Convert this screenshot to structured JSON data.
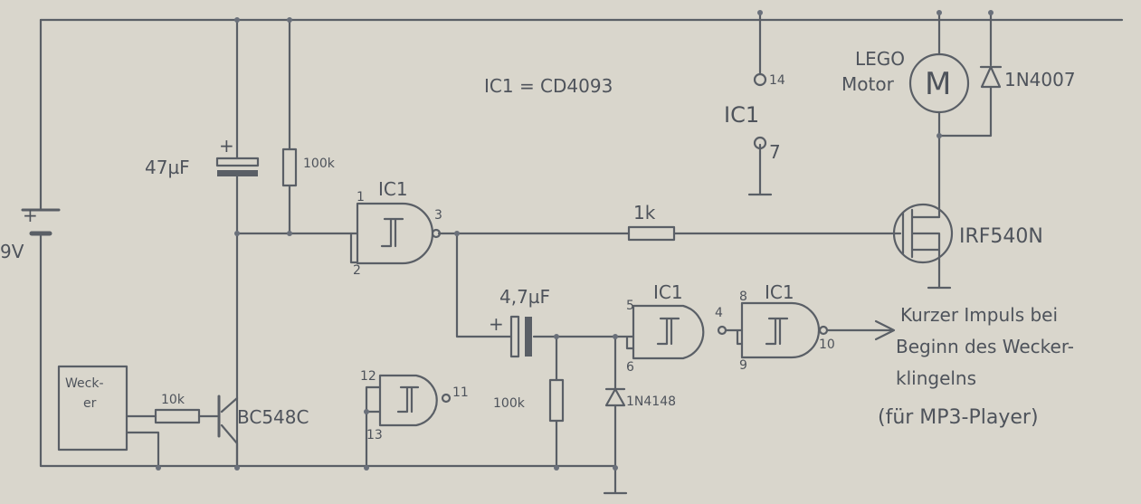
{
  "title": "IC1 = CD4093",
  "ic_power": {
    "pin_vdd": "14",
    "label": "IC1",
    "pin_vss": "7"
  },
  "motor": {
    "label_line1": "LEGO",
    "label_line2": "Motor",
    "symbol": "M",
    "diode": "1N4007"
  },
  "mosfet": {
    "label": "IRF540N"
  },
  "battery": {
    "label": "9V",
    "plus": "+"
  },
  "cap_main": {
    "label": "47µF",
    "plus": "+"
  },
  "res_pullup": {
    "label": "100k"
  },
  "gate1": {
    "label": "IC1",
    "pin_in1": "1",
    "pin_in2": "2",
    "pin_out": "3"
  },
  "res_gate": {
    "label": "1k"
  },
  "cap_pulse": {
    "label": "4,7µF",
    "plus": "+"
  },
  "res_pulse": {
    "label": "100k"
  },
  "diode_pulse": {
    "label": "1N4148"
  },
  "gate2": {
    "label": "IC1",
    "pin_in1": "5",
    "pin_in2": "6",
    "pin_out": "4"
  },
  "gate3": {
    "label": "IC1",
    "pin_in1": "8",
    "pin_in2": "9",
    "pin_out": "10"
  },
  "gate4": {
    "pin_in1": "12",
    "pin_in2": "13",
    "pin_out": "11"
  },
  "alarm": {
    "line1": "Weck-",
    "line2": "er"
  },
  "res_base": {
    "label": "10k"
  },
  "transistor": {
    "label": "BC548C"
  },
  "note": {
    "line1": "Kurzer Impuls bei",
    "line2": "Beginn des Wecker-",
    "line3": "klingelns",
    "line4": "(für MP3-Player)"
  }
}
